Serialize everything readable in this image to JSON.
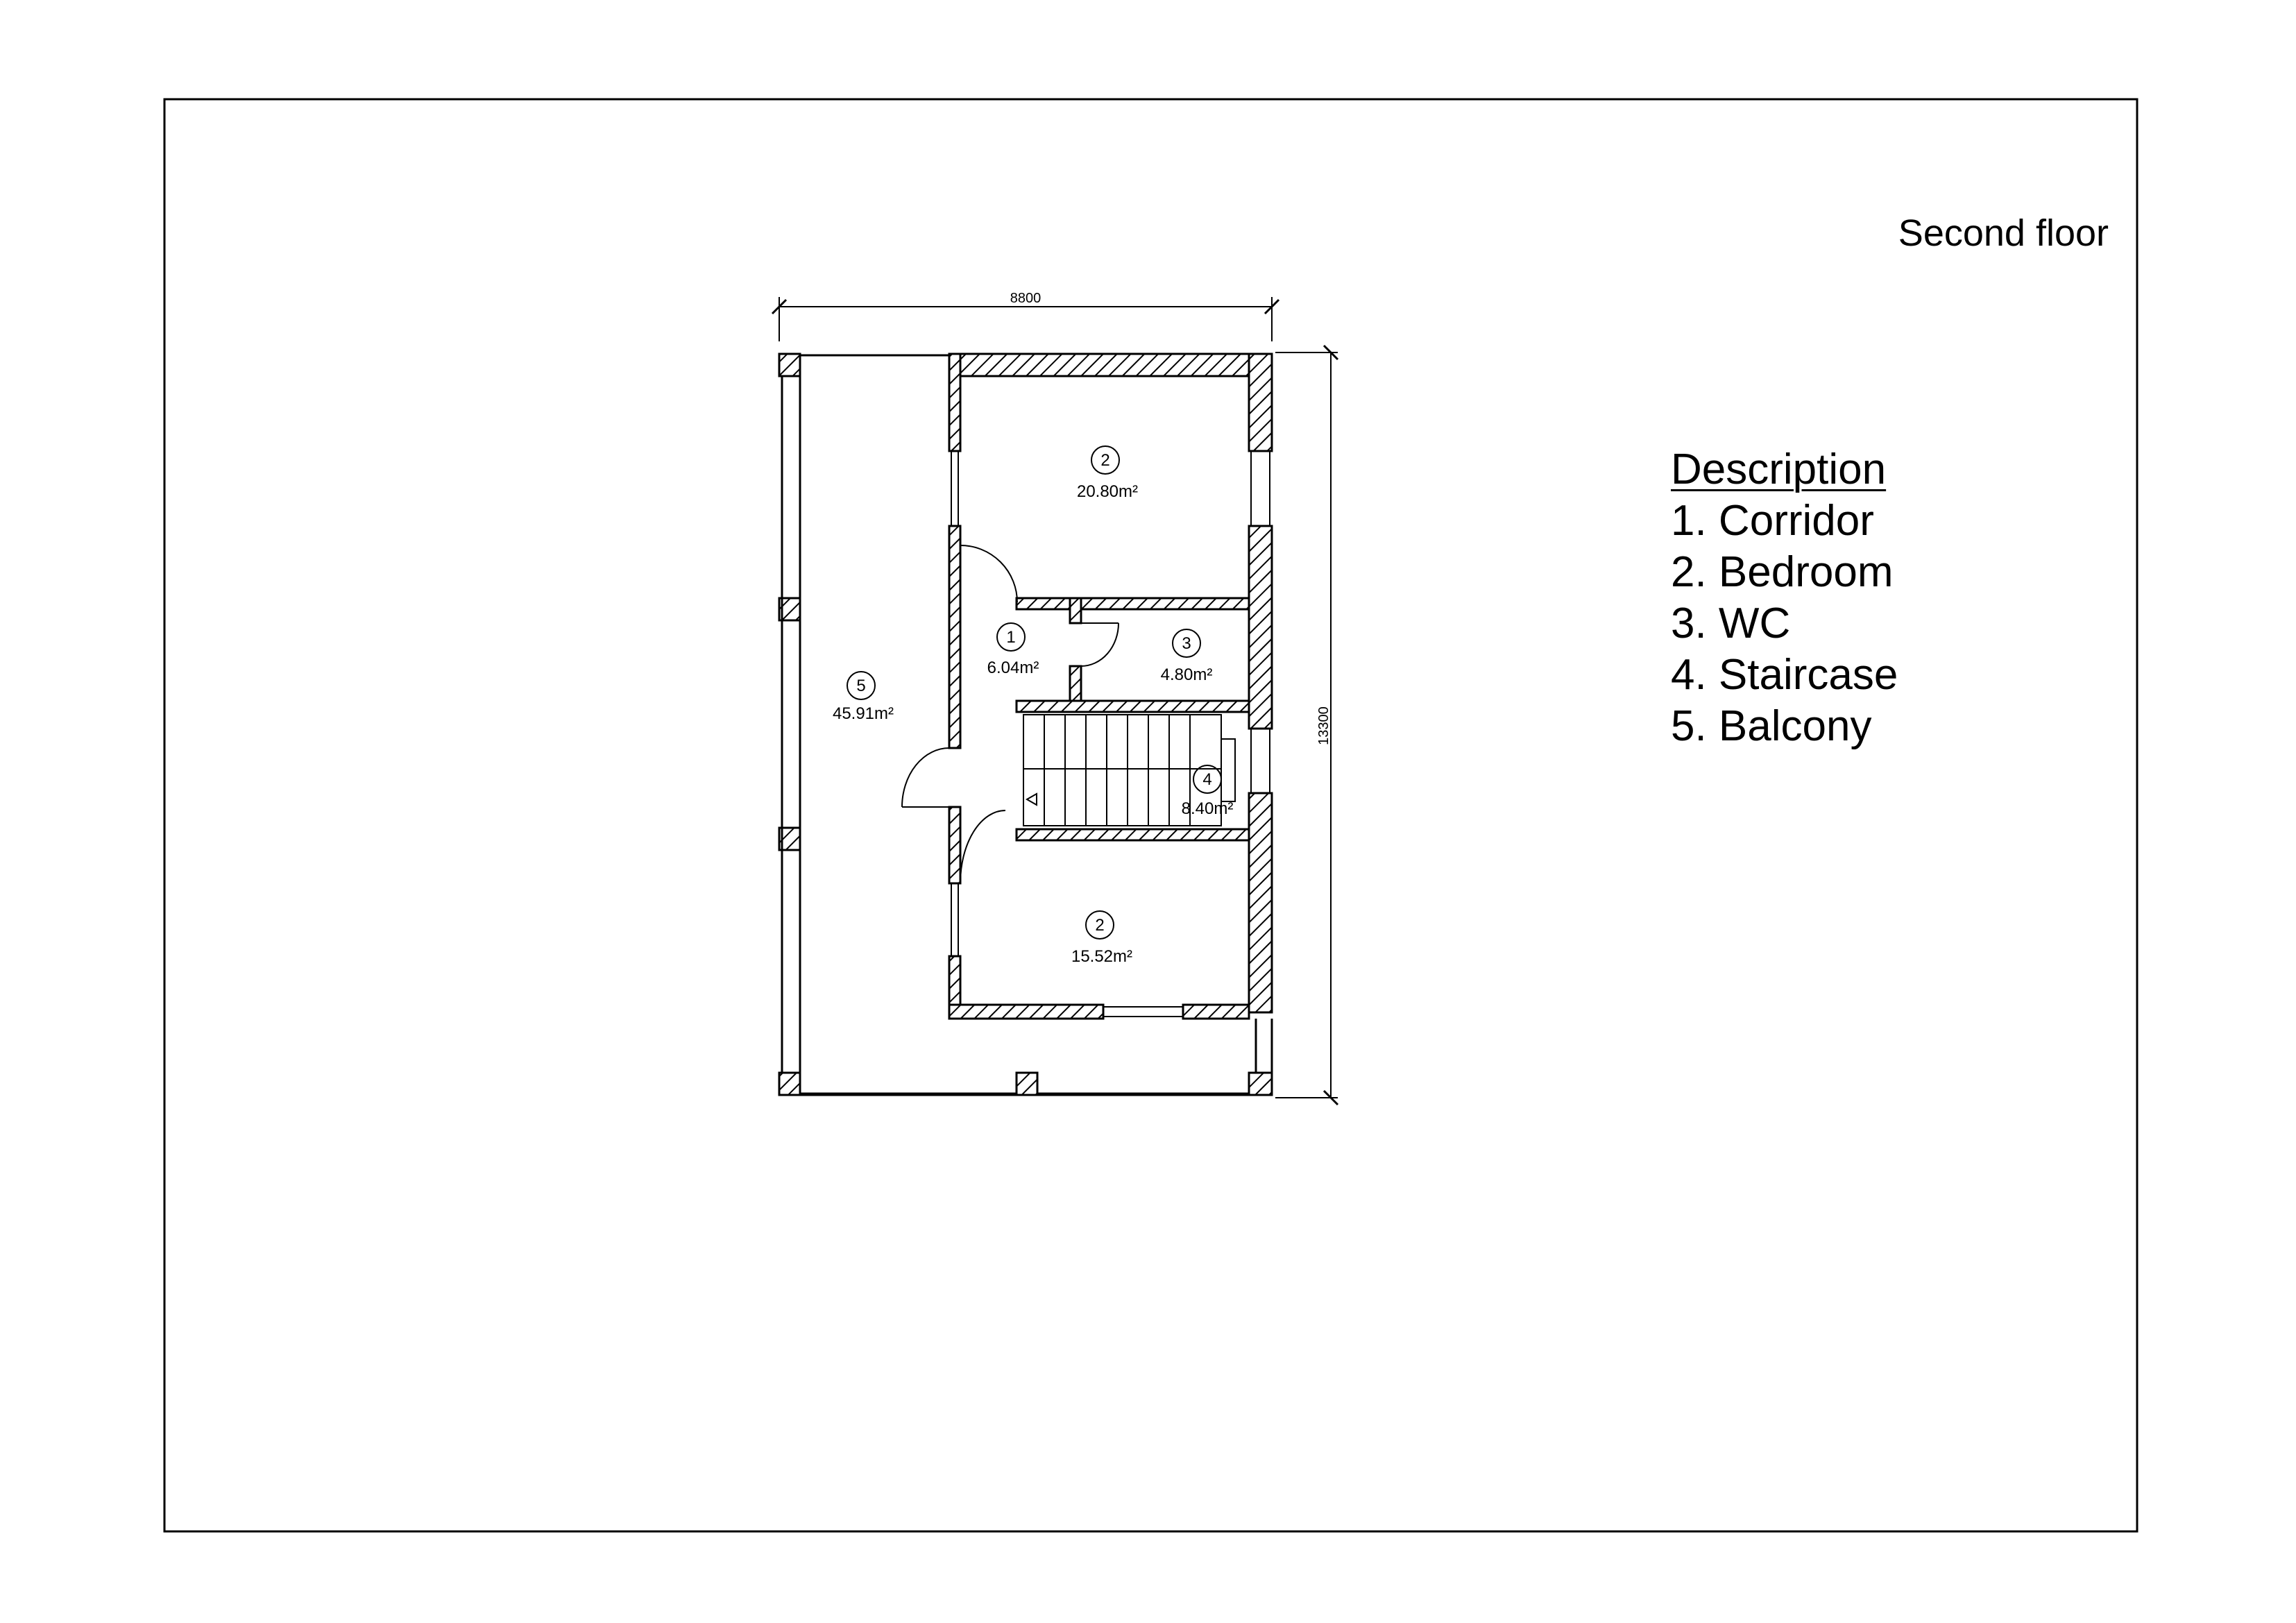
{
  "title": "Second floor",
  "dimensions": {
    "width": "8800",
    "depth": "13300"
  },
  "rooms": [
    {
      "number": "1",
      "area": "6.04m²"
    },
    {
      "number": "2",
      "area": "20.80m²"
    },
    {
      "number": "3",
      "area": "4.80m²"
    },
    {
      "number": "4",
      "area": "8.40m²"
    },
    {
      "number": "5",
      "area": "45.91m²"
    },
    {
      "number": "2",
      "area": "15.52m²"
    }
  ],
  "legend": {
    "title": "Description",
    "items": [
      "1. Corridor",
      "2. Bedroom",
      "3. WC",
      "4. Staircase",
      "5. Balcony"
    ]
  }
}
